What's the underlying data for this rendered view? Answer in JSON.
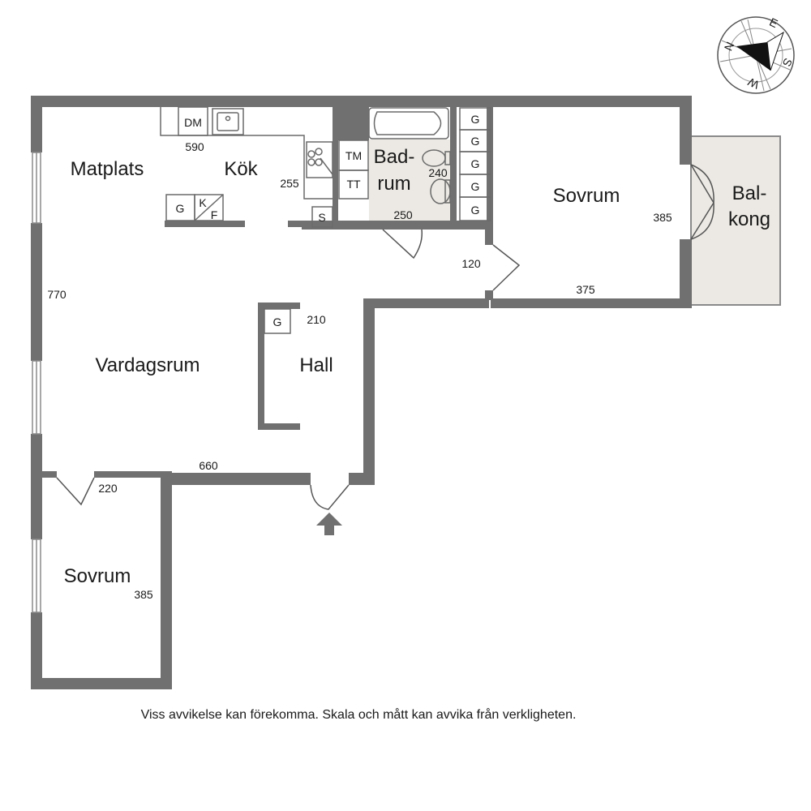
{
  "rooms": {
    "matplats": "Matplats",
    "kok": "Kök",
    "badrum_line1": "Bad-",
    "badrum_line2": "rum",
    "sovrum_main": "Sovrum",
    "balkong_line1": "Bal-",
    "balkong_line2": "kong",
    "vardagsrum": "Vardagsrum",
    "hall": "Hall",
    "sovrum_small": "Sovrum"
  },
  "dimensions": {
    "kitchen_width": "590",
    "kitchen_depth": "255",
    "bath_depth": "240",
    "bath_width": "250",
    "bedroom_depth": "385",
    "bedroom_width": "375",
    "passage_width": "120",
    "living_depth": "770",
    "hall_width": "210",
    "living_width": "660",
    "small_bedroom_door": "220",
    "small_bedroom_depth": "385"
  },
  "fixtures": {
    "dishwasher": "DM",
    "wardrobe": "G",
    "fridge": "K",
    "freezer": "F",
    "washer": "TM",
    "dryer": "TT",
    "storage": "S"
  },
  "compass": {
    "n": "N",
    "e": "E",
    "s": "S",
    "w": "W"
  },
  "disclaimer": "Viss avvikelse kan förekomma. Skala och mått kan avvika från verkligheten.",
  "colors": {
    "wall": "#707070",
    "fixture_line": "#6a6a6a",
    "bathroom_floor": "#ece9e4",
    "balcony_floor": "#ece9e4",
    "text": "#1a1a1a"
  }
}
